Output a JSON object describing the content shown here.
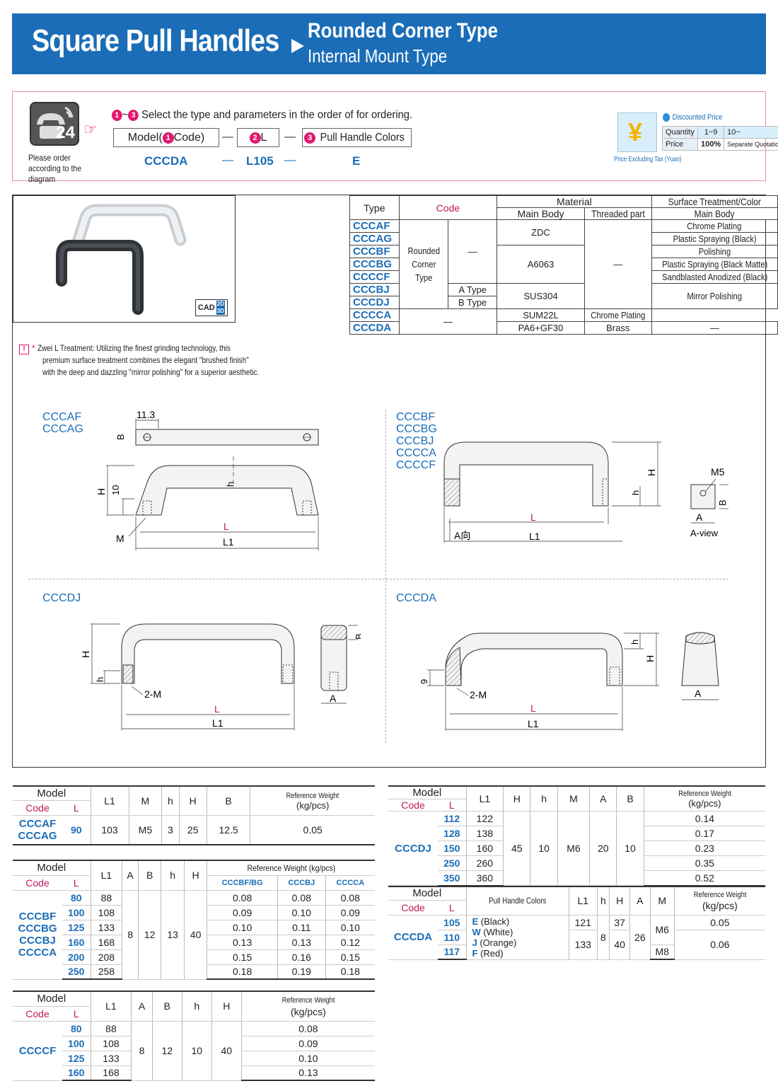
{
  "header": {
    "title": "Square Pull Handles",
    "subtitle1": "Rounded Corner Type",
    "subtitle2": "Internal Mount Type"
  },
  "order": {
    "note": "Please order according to the diagram",
    "step_range": "~",
    "step_text": "Select the type and parameters in the order of for ordering.",
    "phone_num": "24",
    "box1_a": "Model(",
    "box1_b": "Code)",
    "box2": "L",
    "box3": "Pull Handle Colors",
    "n1": "1",
    "n2": "2",
    "n3": "3",
    "dash": "—",
    "example": {
      "code": "CCCDA",
      "l": "L105",
      "color": "E"
    }
  },
  "price": {
    "title": "Discounted Price",
    "quantity_label": "Quantity",
    "q1": "1~9",
    "q2": "10~",
    "price_label": "Price",
    "p1": "100%",
    "p2": "Separate Quotation",
    "tax": "Price Excluding Tax (Yuan)",
    "yen": "¥"
  },
  "cad": {
    "label": "CAD",
    "d2": "2D",
    "d3": "3D"
  },
  "spec": {
    "h_type": "Type",
    "h_code": "Code",
    "h_material": "Material",
    "h_main": "Main Body",
    "h_thread": "Threaded part",
    "h_surface": "Surface Treatment/Color",
    "h_surface_main": "Main Body",
    "rounded": "Rounded Corner Type",
    "dash": "—",
    "rows": [
      {
        "code": "CCCAF",
        "surface": "Chrome Plating"
      },
      {
        "code": "CCCAG",
        "surface": "Plastic Spraying (Black)"
      },
      {
        "code": "CCCBF",
        "surface": "Polishing"
      },
      {
        "code": "CCCBG",
        "surface": "Plastic Spraying (Black Matte)"
      },
      {
        "code": "CCCCF",
        "surface": "Sandblasted Anodized (Black)"
      },
      {
        "code": "CCCBJ",
        "sub": "A Type",
        "surface": "Mirror Polishing"
      },
      {
        "code": "CCCDJ",
        "sub": "B Type"
      },
      {
        "code": "CCCCA",
        "surface": "Chrome Plating"
      },
      {
        "code": "CCCDA",
        "surface": "—"
      }
    ],
    "mat_zdc": "ZDC",
    "mat_a6063": "A6063",
    "mat_sus304": "SUS304",
    "mat_sum22l": "SUM22L",
    "mat_pa6": "PA6+GF30",
    "thread_brass": "Brass"
  },
  "zwei": {
    "star": "*",
    "line1": "Zwei L Treatment: Utilizing the finest grinding technology, this",
    "line2": "premium surface treatment combines the elegant \"brushed finish\"",
    "line3": "with the deep and dazzling \"mirror polishing\" for a superior aesthetic."
  },
  "drawings": {
    "d1": {
      "codes": [
        "CCCAF",
        "CCCAG"
      ],
      "dim_11_3": "11.3",
      "B": "B",
      "H": "H",
      "ten": "10",
      "h": "h",
      "M": "M",
      "L": "L",
      "L1": "L1"
    },
    "d2": {
      "codes": [
        "CCCBF",
        "CCCBG",
        "CCCBJ",
        "CCCCA",
        "CCCCF"
      ],
      "H": "H",
      "h": "h",
      "M5": "M5",
      "B": "B",
      "A": "A",
      "aview": "A-view",
      "adir": "A向",
      "L": "L",
      "L1": "L1"
    },
    "d3": {
      "codes": [
        "CCCDJ"
      ],
      "H": "H",
      "h": "h",
      "M2": "2-M",
      "B": "B",
      "A": "A",
      "L": "L",
      "L1": "L1"
    },
    "d4": {
      "codes": [
        "CCCDA"
      ],
      "h": "h",
      "H": "H",
      "nine": "9",
      "M2": "2-M",
      "A": "A",
      "L": "L",
      "L1": "L1"
    }
  },
  "t1": {
    "h_model": "Model",
    "h_code": "Code",
    "h_l": "L",
    "h_l1": "L1",
    "h_m": "M",
    "h_h": "h",
    "h_H": "H",
    "h_b": "B",
    "h_w1": "Reference Weight",
    "h_w2": "(kg/pcs)",
    "code1": "CCCAF",
    "code2": "CCCAG",
    "l": "90",
    "l1": "103",
    "m": "M5",
    "hh": "3",
    "H": "25",
    "b": "12.5",
    "w": "0.05"
  },
  "t2": {
    "h_model": "Model",
    "h_code": "Code",
    "h_l": "L",
    "h_l1": "L1",
    "h_a": "A",
    "h_b": "B",
    "h_h": "h",
    "h_H": "H",
    "h_w": "Reference Weight (kg/pcs)",
    "h_w_a": "CCCBF/BG",
    "h_w_b": "CCCBJ",
    "h_w_c": "CCCCA",
    "codes": [
      "CCCBF",
      "CCCBG",
      "CCCBJ",
      "CCCCA"
    ],
    "a": "8",
    "b": "12",
    "h": "13",
    "H": "40",
    "rows": [
      {
        "l": "80",
        "l1": "88",
        "w1": "0.08",
        "w2": "0.08",
        "w3": "0.08"
      },
      {
        "l": "100",
        "l1": "108",
        "w1": "0.09",
        "w2": "0.10",
        "w3": "0.09"
      },
      {
        "l": "125",
        "l1": "133",
        "w1": "0.10",
        "w2": "0.11",
        "w3": "0.10"
      },
      {
        "l": "160",
        "l1": "168",
        "w1": "0.13",
        "w2": "0.13",
        "w3": "0.12"
      },
      {
        "l": "200",
        "l1": "208",
        "w1": "0.15",
        "w2": "0.16",
        "w3": "0.15"
      },
      {
        "l": "250",
        "l1": "258",
        "w1": "0.18",
        "w2": "0.19",
        "w3": "0.18"
      }
    ]
  },
  "t3": {
    "h_model": "Model",
    "h_code": "Code",
    "h_l": "L",
    "h_l1": "L1",
    "h_a": "A",
    "h_b": "B",
    "h_h": "h",
    "h_H": "H",
    "h_w1": "Reference Weight",
    "h_w2": "(kg/pcs)",
    "code": "CCCCF",
    "a": "8",
    "b": "12",
    "h": "10",
    "H": "40",
    "rows": [
      {
        "l": "80",
        "l1": "88",
        "w": "0.08"
      },
      {
        "l": "100",
        "l1": "108",
        "w": "0.09"
      },
      {
        "l": "125",
        "l1": "133",
        "w": "0.10"
      },
      {
        "l": "160",
        "l1": "168",
        "w": "0.13"
      }
    ]
  },
  "t4": {
    "h_model": "Model",
    "h_code": "Code",
    "h_l": "L",
    "h_l1": "L1",
    "h_H": "H",
    "h_h": "h",
    "h_m": "M",
    "h_a": "A",
    "h_b": "B",
    "h_w1": "Reference Weight",
    "h_w2": "(kg/pcs)",
    "code": "CCCDJ",
    "H": "45",
    "h": "10",
    "m": "M6",
    "a": "20",
    "b": "10",
    "rows": [
      {
        "l": "112",
        "l1": "122",
        "w": "0.14"
      },
      {
        "l": "128",
        "l1": "138",
        "w": "0.17"
      },
      {
        "l": "150",
        "l1": "160",
        "w": "0.23"
      },
      {
        "l": "250",
        "l1": "260",
        "w": "0.35"
      },
      {
        "l": "350",
        "l1": "360",
        "w": "0.52"
      }
    ]
  },
  "t5": {
    "h_model": "Model",
    "h_code": "Code",
    "h_l": "L",
    "h_color": "Pull Handle Colors",
    "h_l1": "L1",
    "h_h": "h",
    "h_H": "H",
    "h_a": "A",
    "h_m": "M",
    "h_w1": "Reference Weight",
    "h_w2": "(kg/pcs)",
    "code": "CCCDA",
    "h": "8",
    "a": "26",
    "rows": [
      {
        "l": "105",
        "ck": "E",
        "cn": " (Black)"
      },
      {
        "l": "110",
        "ck": "W",
        "cn": " (White)"
      },
      {
        "l": "117",
        "ck": "J",
        "cn": " (Orange)"
      },
      {
        "ck": "F",
        "cn": " (Red)"
      }
    ],
    "l1a": "121",
    "l1b": "133",
    "Ha": "37",
    "Hb": "40",
    "ma": "M6",
    "mb": "M8",
    "wa": "0.05",
    "wb": "0.06"
  }
}
